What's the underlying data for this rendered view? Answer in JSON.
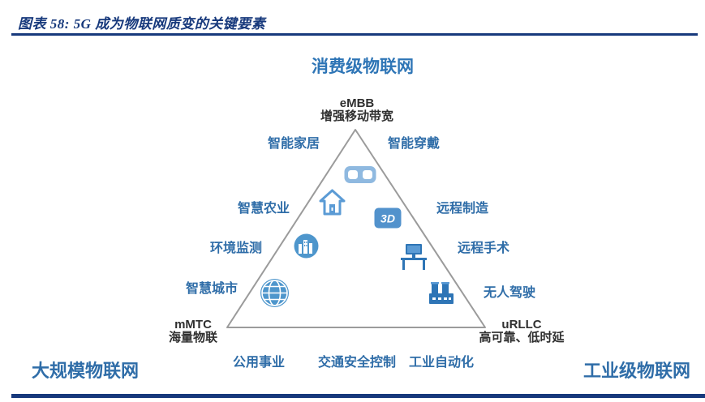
{
  "caption": {
    "text": "图表 58:  5G 成为物联网质变的关键要素"
  },
  "diagram": {
    "top_heading": "消费级物联网",
    "corner_left_heading": "大规模物联网",
    "corner_right_heading": "工业级物联网",
    "apex": {
      "acronym": "eMBB",
      "name": "增强移动带宽"
    },
    "bottom_left": {
      "acronym": "mMTC",
      "name": "海量物联"
    },
    "bottom_right": {
      "acronym": "uRLLC",
      "name": "高可靠、低时延"
    },
    "left_labels": [
      "智能家居",
      "智慧农业",
      "环境监测",
      "智慧城市"
    ],
    "right_labels": [
      "智能穿戴",
      "远程制造",
      "远程手术",
      "无人驾驶"
    ],
    "base_labels": [
      "公用事业",
      "交通安全控制",
      "工业自动化"
    ],
    "icons": [
      "vr-glasses-icon",
      "smart-home-icon",
      "3d-icon",
      "city-icon",
      "remote-desk-icon",
      "globe-icon",
      "factory-icon"
    ],
    "icon_3d_text": "3D"
  },
  "colors": {
    "rule_navy": "#17397C",
    "heading_blue": "#2E75B6",
    "label_blue": "#2F6DA8",
    "dark_text": "#2F2F2F",
    "triangle_stroke": "#9B9B9B",
    "icon_blue": "#4E96CC",
    "icon_dark_blue": "#2E75B6",
    "icon_light_blue": "#8FB9E0"
  }
}
